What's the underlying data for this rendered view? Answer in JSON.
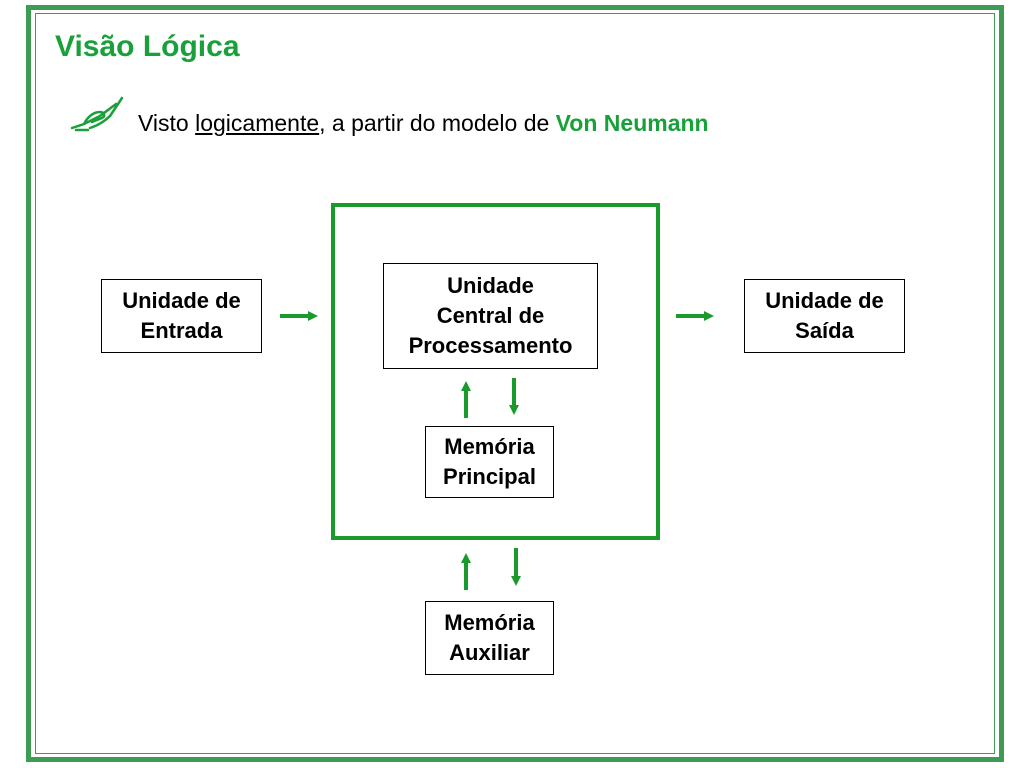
{
  "title": "Visão Lógica",
  "bullet": {
    "icon": "writing-hand-icon",
    "text_before": "Visto ",
    "text_underlined": "logicamente",
    "text_middle": ", a partir do modelo de ",
    "text_highlight": "Von Neumann"
  },
  "nodes": {
    "input_unit": "Unidade de\nEntrada",
    "cpu": "Unidade\nCentral de\nProcessamento",
    "main_memory": "Memória\nPrincipal",
    "output_unit": "Unidade de\nSaída",
    "aux_memory": "Memória\nAuxiliar"
  },
  "colors": {
    "accent": "#1aa03a",
    "frame": "#3e9b54",
    "arrow": "#1a9a2a"
  }
}
